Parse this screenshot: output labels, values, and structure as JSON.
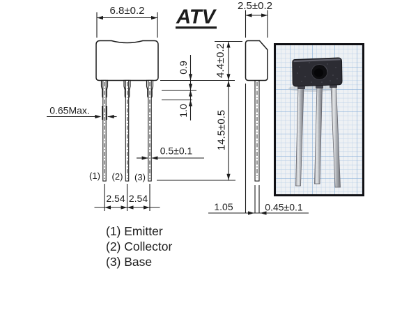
{
  "title": "ATV",
  "front_view": {
    "body_width": "6.8±0.2",
    "lead_width_max": "0.65Max.",
    "lead_width": "0.5±0.1",
    "pitch_1": "2.54",
    "pitch_2": "2.54",
    "pin_labels": [
      "(1)",
      "(2)",
      "(3)"
    ]
  },
  "side_view": {
    "body_thickness": "2.5±0.2",
    "body_height": "4.4±0.2",
    "lead_shoulder": "0.9",
    "lead_crimp": "1.0",
    "lead_length": "14.5±0.5",
    "lead_edge_offset": "1.05",
    "lead_thickness": "0.45±0.1"
  },
  "pin_legend": [
    "(1) Emitter",
    "(2) Collector",
    "(3) Base"
  ],
  "colors": {
    "line": "#1c1c1c",
    "paper": "#eef1f4",
    "grid_minor": "#bdd1e8",
    "grid_major": "#8db1d9",
    "package_body": "#2c2c33",
    "lead_metal": "#c9cbd0"
  }
}
